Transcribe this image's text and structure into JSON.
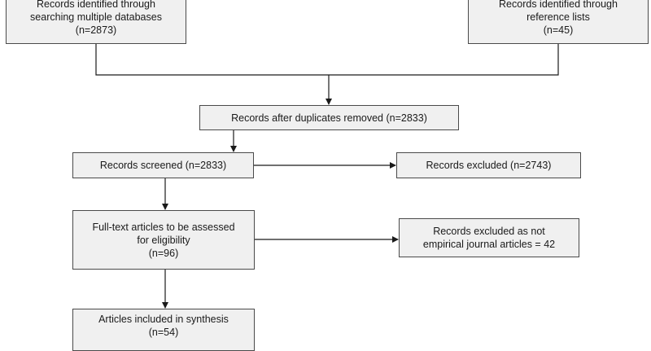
{
  "boxes": {
    "databases": {
      "lines": [
        "Records identified through",
        "searching multiple databases",
        "(n=2873)"
      ]
    },
    "reference_lists": {
      "lines": [
        "Records identified through",
        "reference lists",
        "(n=45)"
      ]
    },
    "after_duplicates": {
      "lines": [
        "Records after duplicates removed (n=2833)"
      ]
    },
    "screened": {
      "lines": [
        "Records screened (n=2833)"
      ]
    },
    "excluded": {
      "lines": [
        "Records excluded (n=2743)"
      ]
    },
    "full_text": {
      "lines": [
        "Full-text articles to be assessed",
        "for eligibility",
        "(n=96)"
      ]
    },
    "excluded_not_empirical": {
      "lines": [
        "Records excluded as not",
        "empirical journal articles = 42"
      ]
    },
    "included": {
      "lines": [
        "Articles included in synthesis",
        "(n=54)"
      ]
    }
  }
}
